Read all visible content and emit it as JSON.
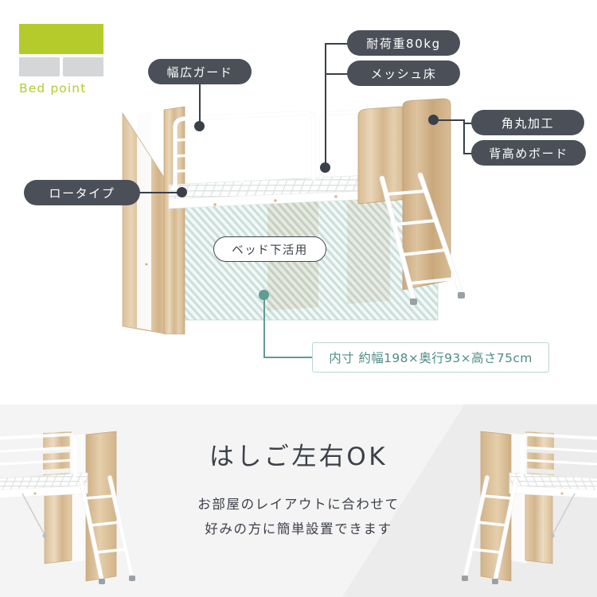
{
  "logo": {
    "brand_text": "Bed point",
    "green_hex": "#b5cb2b",
    "gray_hex": "#d4d6d8"
  },
  "theme": {
    "badge_bg": "#4a4f58",
    "badge_text": "#ffffff",
    "teal_accent": "#5f9c95",
    "teal_stripe": "#cfe0dc",
    "wood_light": "#e2c6a0",
    "wood_dark": "#c9a87c",
    "bottom_bg": "#f4f4f4"
  },
  "top_section": {
    "labels": {
      "wide_guard": "幅広ガード",
      "load_capacity": "耐荷重80kg",
      "mesh_floor": "メッシュ床",
      "rounded_corner": "角丸加工",
      "tall_board": "背高めボード",
      "low_type": "ロータイプ",
      "under_bed_use": "ベッド下活用"
    },
    "dimension_note": "内寸 約幅198×奥行93×高さ75cm"
  },
  "bottom_section": {
    "headline": "はしご左右OK",
    "sub_line_1": "お部屋のレイアウトに合わせて",
    "sub_line_2": "好みの方に簡単設置できます"
  }
}
